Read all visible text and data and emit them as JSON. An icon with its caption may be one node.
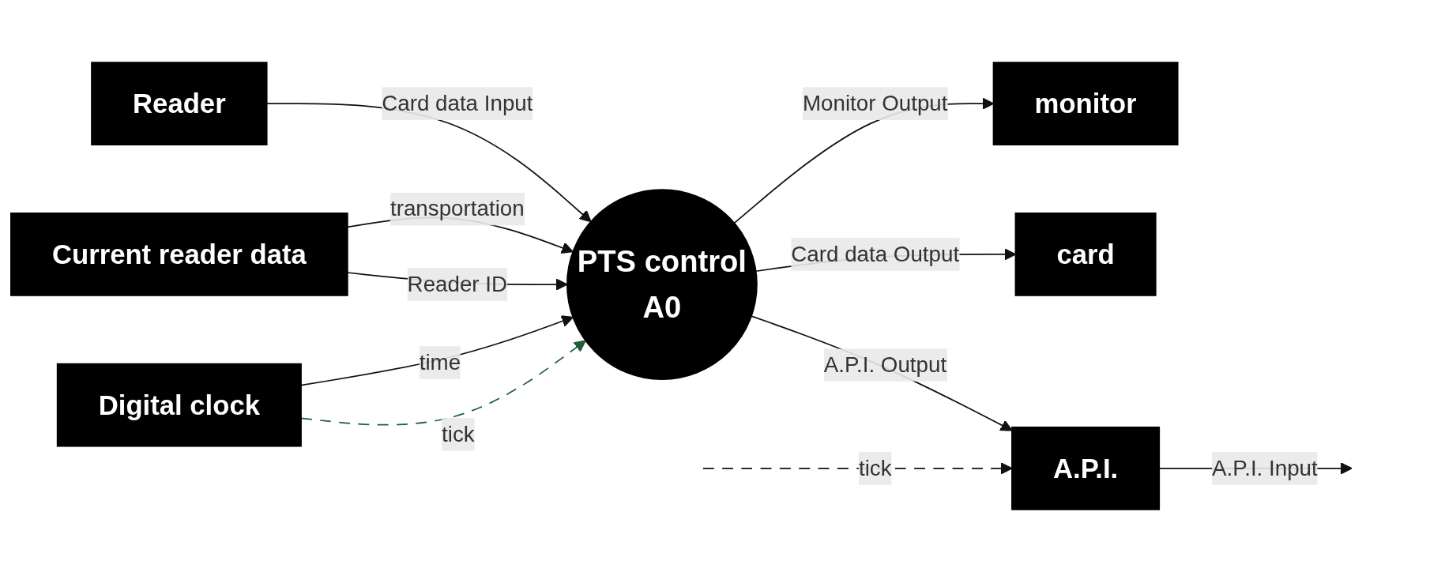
{
  "diagram": {
    "nodes": [
      {
        "text": [
          "Reader"
        ]
      },
      {
        "text": [
          "PTS control",
          "A0"
        ]
      },
      {
        "text": [
          "monitor"
        ]
      },
      {
        "text": [
          "card"
        ]
      },
      {
        "text": [
          "A.P.I."
        ]
      },
      {
        "text": [
          "Current reader data"
        ]
      },
      {
        "text": [
          "Digital clock"
        ]
      }
    ],
    "edges": [
      {
        "from": 0,
        "to": 1,
        "arrow": "to",
        "label": "Card data Input"
      },
      {
        "from": 1,
        "to": 2,
        "arrow": "to",
        "label": "Monitor Output"
      },
      {
        "from": 1,
        "to": 3,
        "arrow": "to",
        "label": "Card data Output"
      },
      {
        "from": 1,
        "to": 4,
        "arrow": "to",
        "label": "A.P.I. Output"
      },
      {
        "from": 5,
        "to": 1,
        "arrow": "to",
        "label": "transportation"
      },
      {
        "from": 5,
        "to": 1,
        "arrow": "to",
        "label": "Reader ID"
      },
      {
        "from": 6,
        "to": 1,
        "arrow": "to",
        "label": "time"
      },
      {
        "from": 6,
        "to": 1,
        "arrow": "to",
        "label": "tick",
        "style": "dashed",
        "color": "#1e5e3a"
      },
      {
        "from": 4,
        "to": null,
        "arrow": "to",
        "label": "A.P.I. Input"
      },
      {
        "from": null,
        "to": 4,
        "arrow": "to",
        "label": "tick",
        "style": "dashed"
      }
    ]
  }
}
